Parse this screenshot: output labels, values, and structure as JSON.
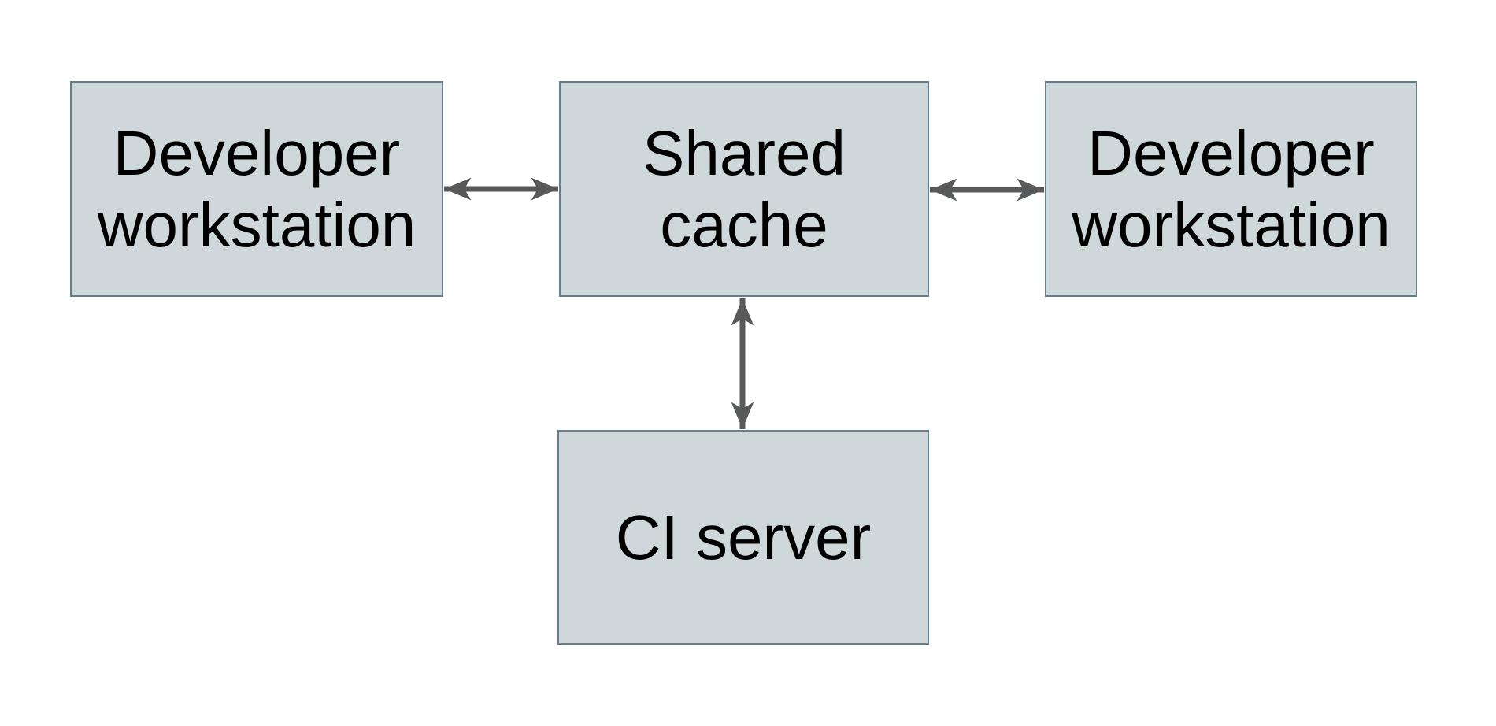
{
  "diagram": {
    "type": "architecture-diagram",
    "colors": {
      "background": "#ffffff",
      "node_fill": "#ced7d9",
      "node_border": "#65808c",
      "arrow": "#58595a",
      "text": "#000000"
    },
    "nodes": [
      {
        "id": "developer-workstation-left",
        "label": "Developer workstation",
        "lines": [
          "Developer",
          "workstation"
        ]
      },
      {
        "id": "shared-cache",
        "label": "Shared cache",
        "lines": [
          "Shared",
          "cache"
        ]
      },
      {
        "id": "developer-workstation-right",
        "label": "Developer workstation",
        "lines": [
          "Developer",
          "workstation"
        ]
      },
      {
        "id": "ci-server",
        "label": "CI server",
        "lines": [
          "CI server"
        ]
      }
    ],
    "edges": [
      {
        "from": "developer-workstation-left",
        "to": "shared-cache",
        "direction": "bidirectional"
      },
      {
        "from": "shared-cache",
        "to": "developer-workstation-right",
        "direction": "bidirectional"
      },
      {
        "from": "shared-cache",
        "to": "ci-server",
        "direction": "bidirectional"
      }
    ]
  }
}
